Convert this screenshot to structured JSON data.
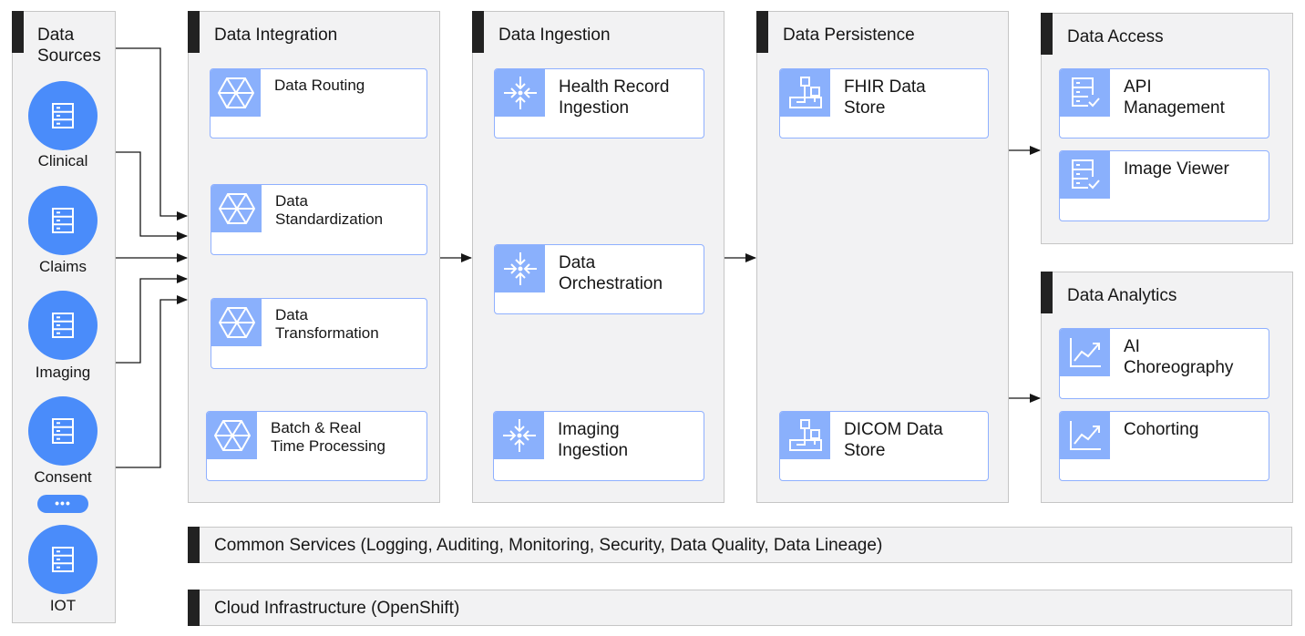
{
  "sources": {
    "title": "Data\nSources",
    "items": [
      {
        "label": "Clinical",
        "icon": "server-icon"
      },
      {
        "label": "Claims",
        "icon": "server-icon"
      },
      {
        "label": "Imaging",
        "icon": "server-icon"
      },
      {
        "label": "Consent",
        "icon": "server-icon"
      },
      {
        "label": "IOT",
        "icon": "server-icon"
      }
    ],
    "more": "•••"
  },
  "integration": {
    "title": "Data Integration",
    "cards": [
      {
        "label": "Data Routing",
        "icon": "hexagon-network-icon"
      },
      {
        "label": "Data\nStandardization",
        "icon": "hexagon-network-icon"
      },
      {
        "label": "Data\nTransformation",
        "icon": "hexagon-network-icon"
      },
      {
        "label": "Batch & Real\nTime Processing",
        "icon": "hexagon-network-icon"
      }
    ]
  },
  "ingestion": {
    "title": "Data Ingestion",
    "cards": [
      {
        "label": "Health Record\nIngestion",
        "icon": "converge-arrows-icon"
      },
      {
        "label": "Data\nOrchestration",
        "icon": "converge-arrows-icon"
      },
      {
        "label": "Imaging\nIngestion",
        "icon": "converge-arrows-icon"
      }
    ]
  },
  "persistence": {
    "title": "Data Persistence",
    "cards": [
      {
        "label": "FHIR Data\nStore",
        "icon": "data-flow-icon"
      },
      {
        "label": "DICOM Data\nStore",
        "icon": "data-flow-icon"
      }
    ]
  },
  "access": {
    "title": "Data Access",
    "cards": [
      {
        "label": "API\nManagement",
        "icon": "server-check-icon"
      },
      {
        "label": "Image Viewer",
        "icon": "server-check-icon"
      }
    ]
  },
  "analytics": {
    "title": "Data Analytics",
    "cards": [
      {
        "label": "AI\nChoreography",
        "icon": "line-chart-icon"
      },
      {
        "label": "Cohorting",
        "icon": "line-chart-icon"
      }
    ]
  },
  "common_services": "Common Services (Logging, Auditing, Monitoring, Security, Data Quality, Data Lineage)",
  "cloud_infrastructure": "Cloud Infrastructure (OpenShift)",
  "colors": {
    "panel_bg": "#f2f2f3",
    "card_border": "#8fb0ff",
    "icon_tile": "#8ab0fc",
    "source_circle": "#4a8cfa",
    "accent_bar": "#222222"
  }
}
